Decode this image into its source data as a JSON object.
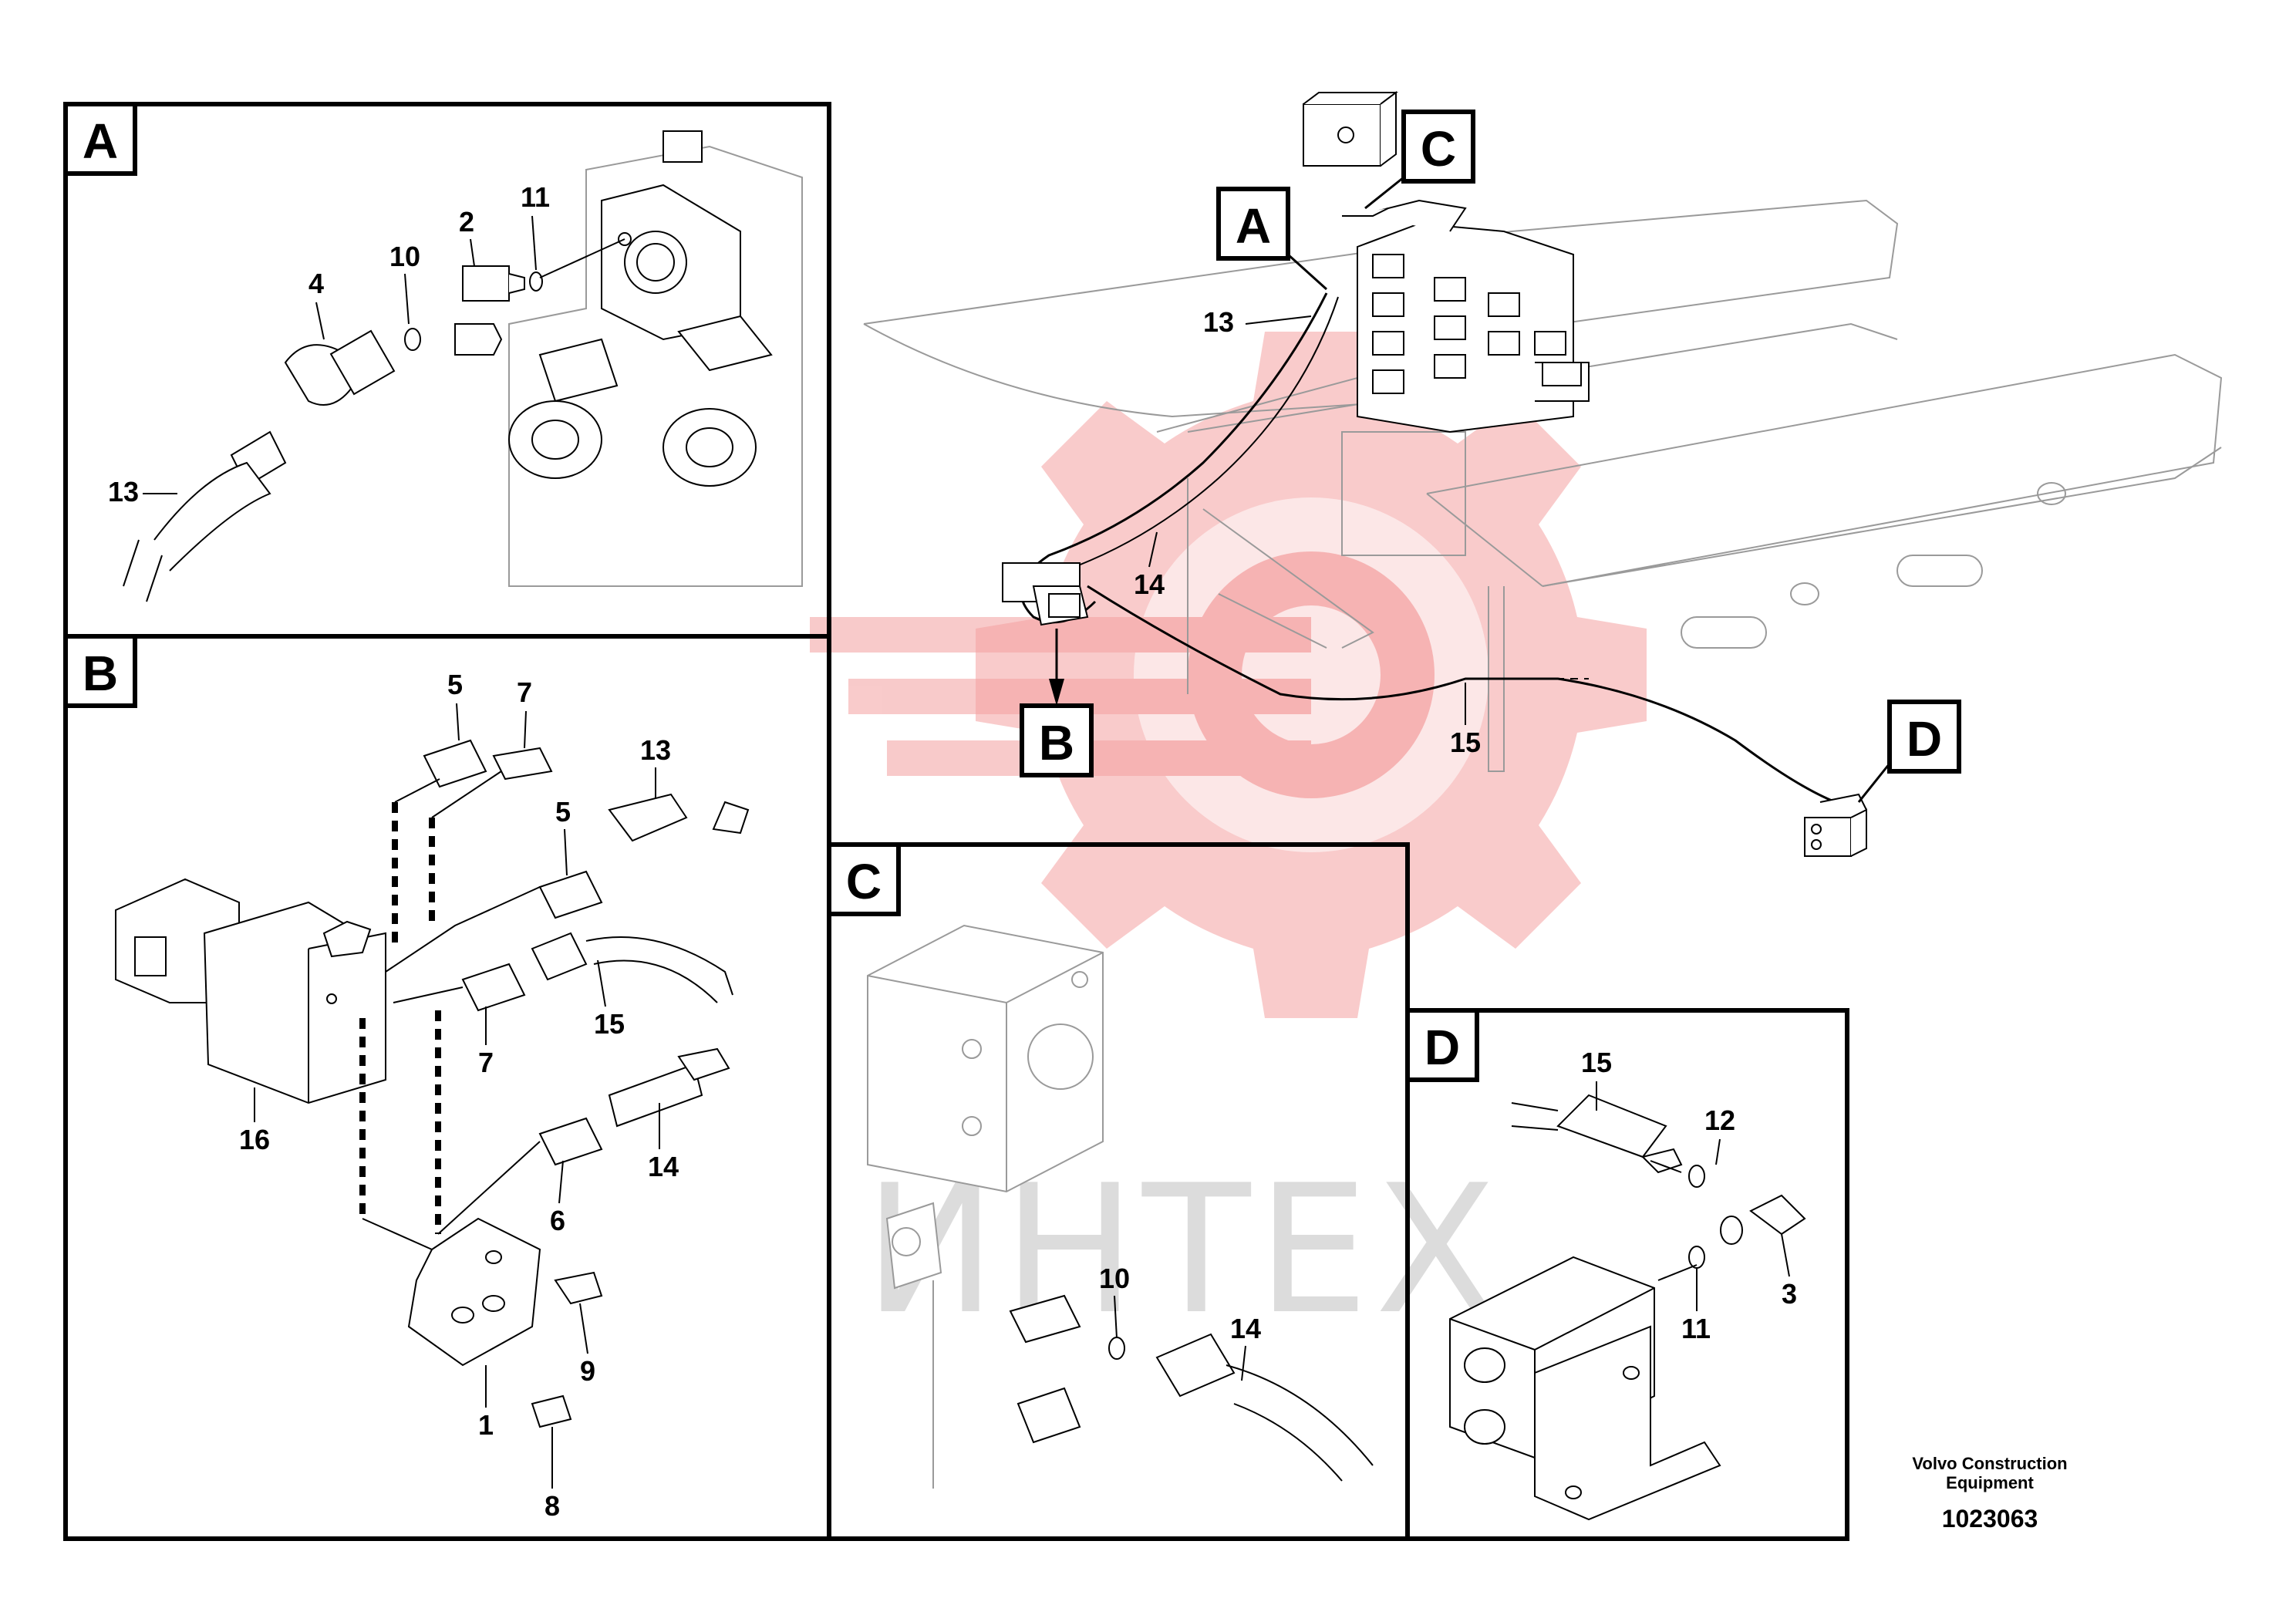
{
  "colors": {
    "line": "#000000",
    "watermark_logo": "#f4a0a0",
    "watermark_text": "#d4d4d4",
    "background": "#ffffff"
  },
  "watermark": {
    "text": "ИНТЕХ",
    "icon": "gear-logo-icon"
  },
  "overview": {
    "labels": {
      "a": "A",
      "b": "B",
      "c": "C",
      "d": "D"
    },
    "callouts": {
      "n13": "13",
      "n14": "14",
      "n15": "15"
    }
  },
  "panels": {
    "a": {
      "letter": "A",
      "callouts": {
        "n4": "4",
        "n10": "10",
        "n2": "2",
        "n11": "11",
        "n13": "13"
      }
    },
    "b": {
      "letter": "B",
      "callouts": {
        "n5a": "5",
        "n7a": "7",
        "n13": "13",
        "n5b": "5",
        "n15": "15",
        "n7b": "7",
        "n16": "16",
        "n14": "14",
        "n6": "6",
        "n9": "9",
        "n1": "1",
        "n8": "8"
      }
    },
    "c": {
      "letter": "C",
      "callouts": {
        "n10": "10",
        "n14": "14"
      }
    },
    "d": {
      "letter": "D",
      "callouts": {
        "n15": "15",
        "n12": "12",
        "n3": "3",
        "n11": "11"
      }
    }
  },
  "footer": {
    "caption_line1": "Volvo Construction",
    "caption_line2": "Equipment",
    "doc_number": "1023063"
  }
}
